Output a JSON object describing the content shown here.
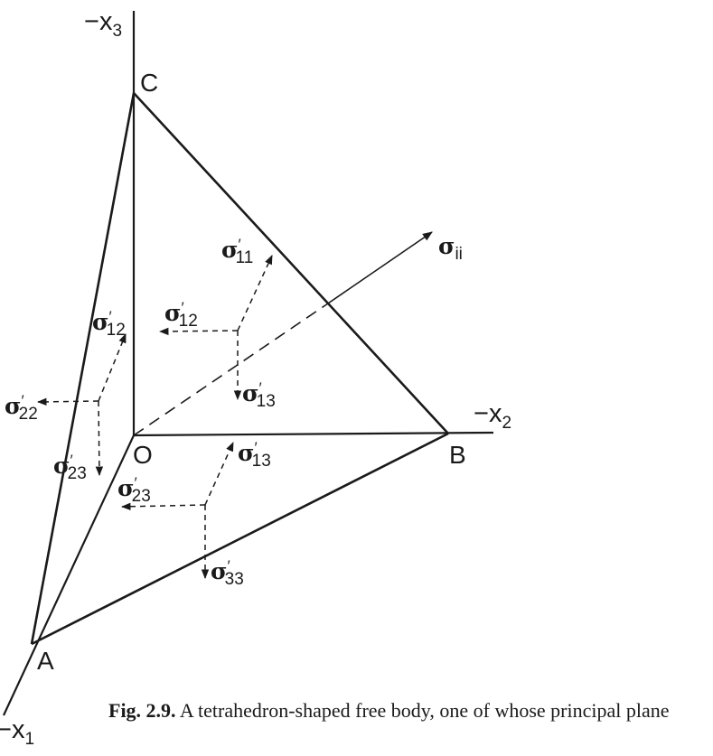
{
  "axes": {
    "x1": {
      "sign": "−",
      "letter": "x",
      "index": "1"
    },
    "x2": {
      "sign": "−",
      "letter": "x",
      "index": "2"
    },
    "x3": {
      "sign": "−",
      "letter": "x",
      "index": "3"
    }
  },
  "points": {
    "O": "O",
    "A": "A",
    "B": "B",
    "C": "C"
  },
  "stresses": {
    "principal": {
      "symbol": "σ",
      "sub": "ii",
      "prime": ""
    },
    "face_abc_11": {
      "symbol": "σ",
      "sub": "11",
      "prime": "′"
    },
    "face_abc_12": {
      "symbol": "σ",
      "sub": "12",
      "prime": "′"
    },
    "face_abc_13": {
      "symbol": "σ",
      "sub": "13",
      "prime": "′"
    },
    "face_oca_12": {
      "symbol": "σ",
      "sub": "12",
      "prime": "′"
    },
    "face_oca_22": {
      "symbol": "σ",
      "sub": "22",
      "prime": "′"
    },
    "face_oca_23": {
      "symbol": "σ",
      "sub": "23",
      "prime": "′"
    },
    "face_oab_13": {
      "symbol": "σ",
      "sub": "13",
      "prime": "′"
    },
    "face_oab_23": {
      "symbol": "σ",
      "sub": "23",
      "prime": "′"
    },
    "face_oab_33": {
      "symbol": "σ",
      "sub": "33",
      "prime": "′"
    }
  },
  "caption": {
    "figure_number": "Fig. 2.9.",
    "text": "A tetrahedron-shaped free body, one of whose principal plane"
  },
  "colors": {
    "ink": "#1a1a1a",
    "background": "#ffffff"
  }
}
